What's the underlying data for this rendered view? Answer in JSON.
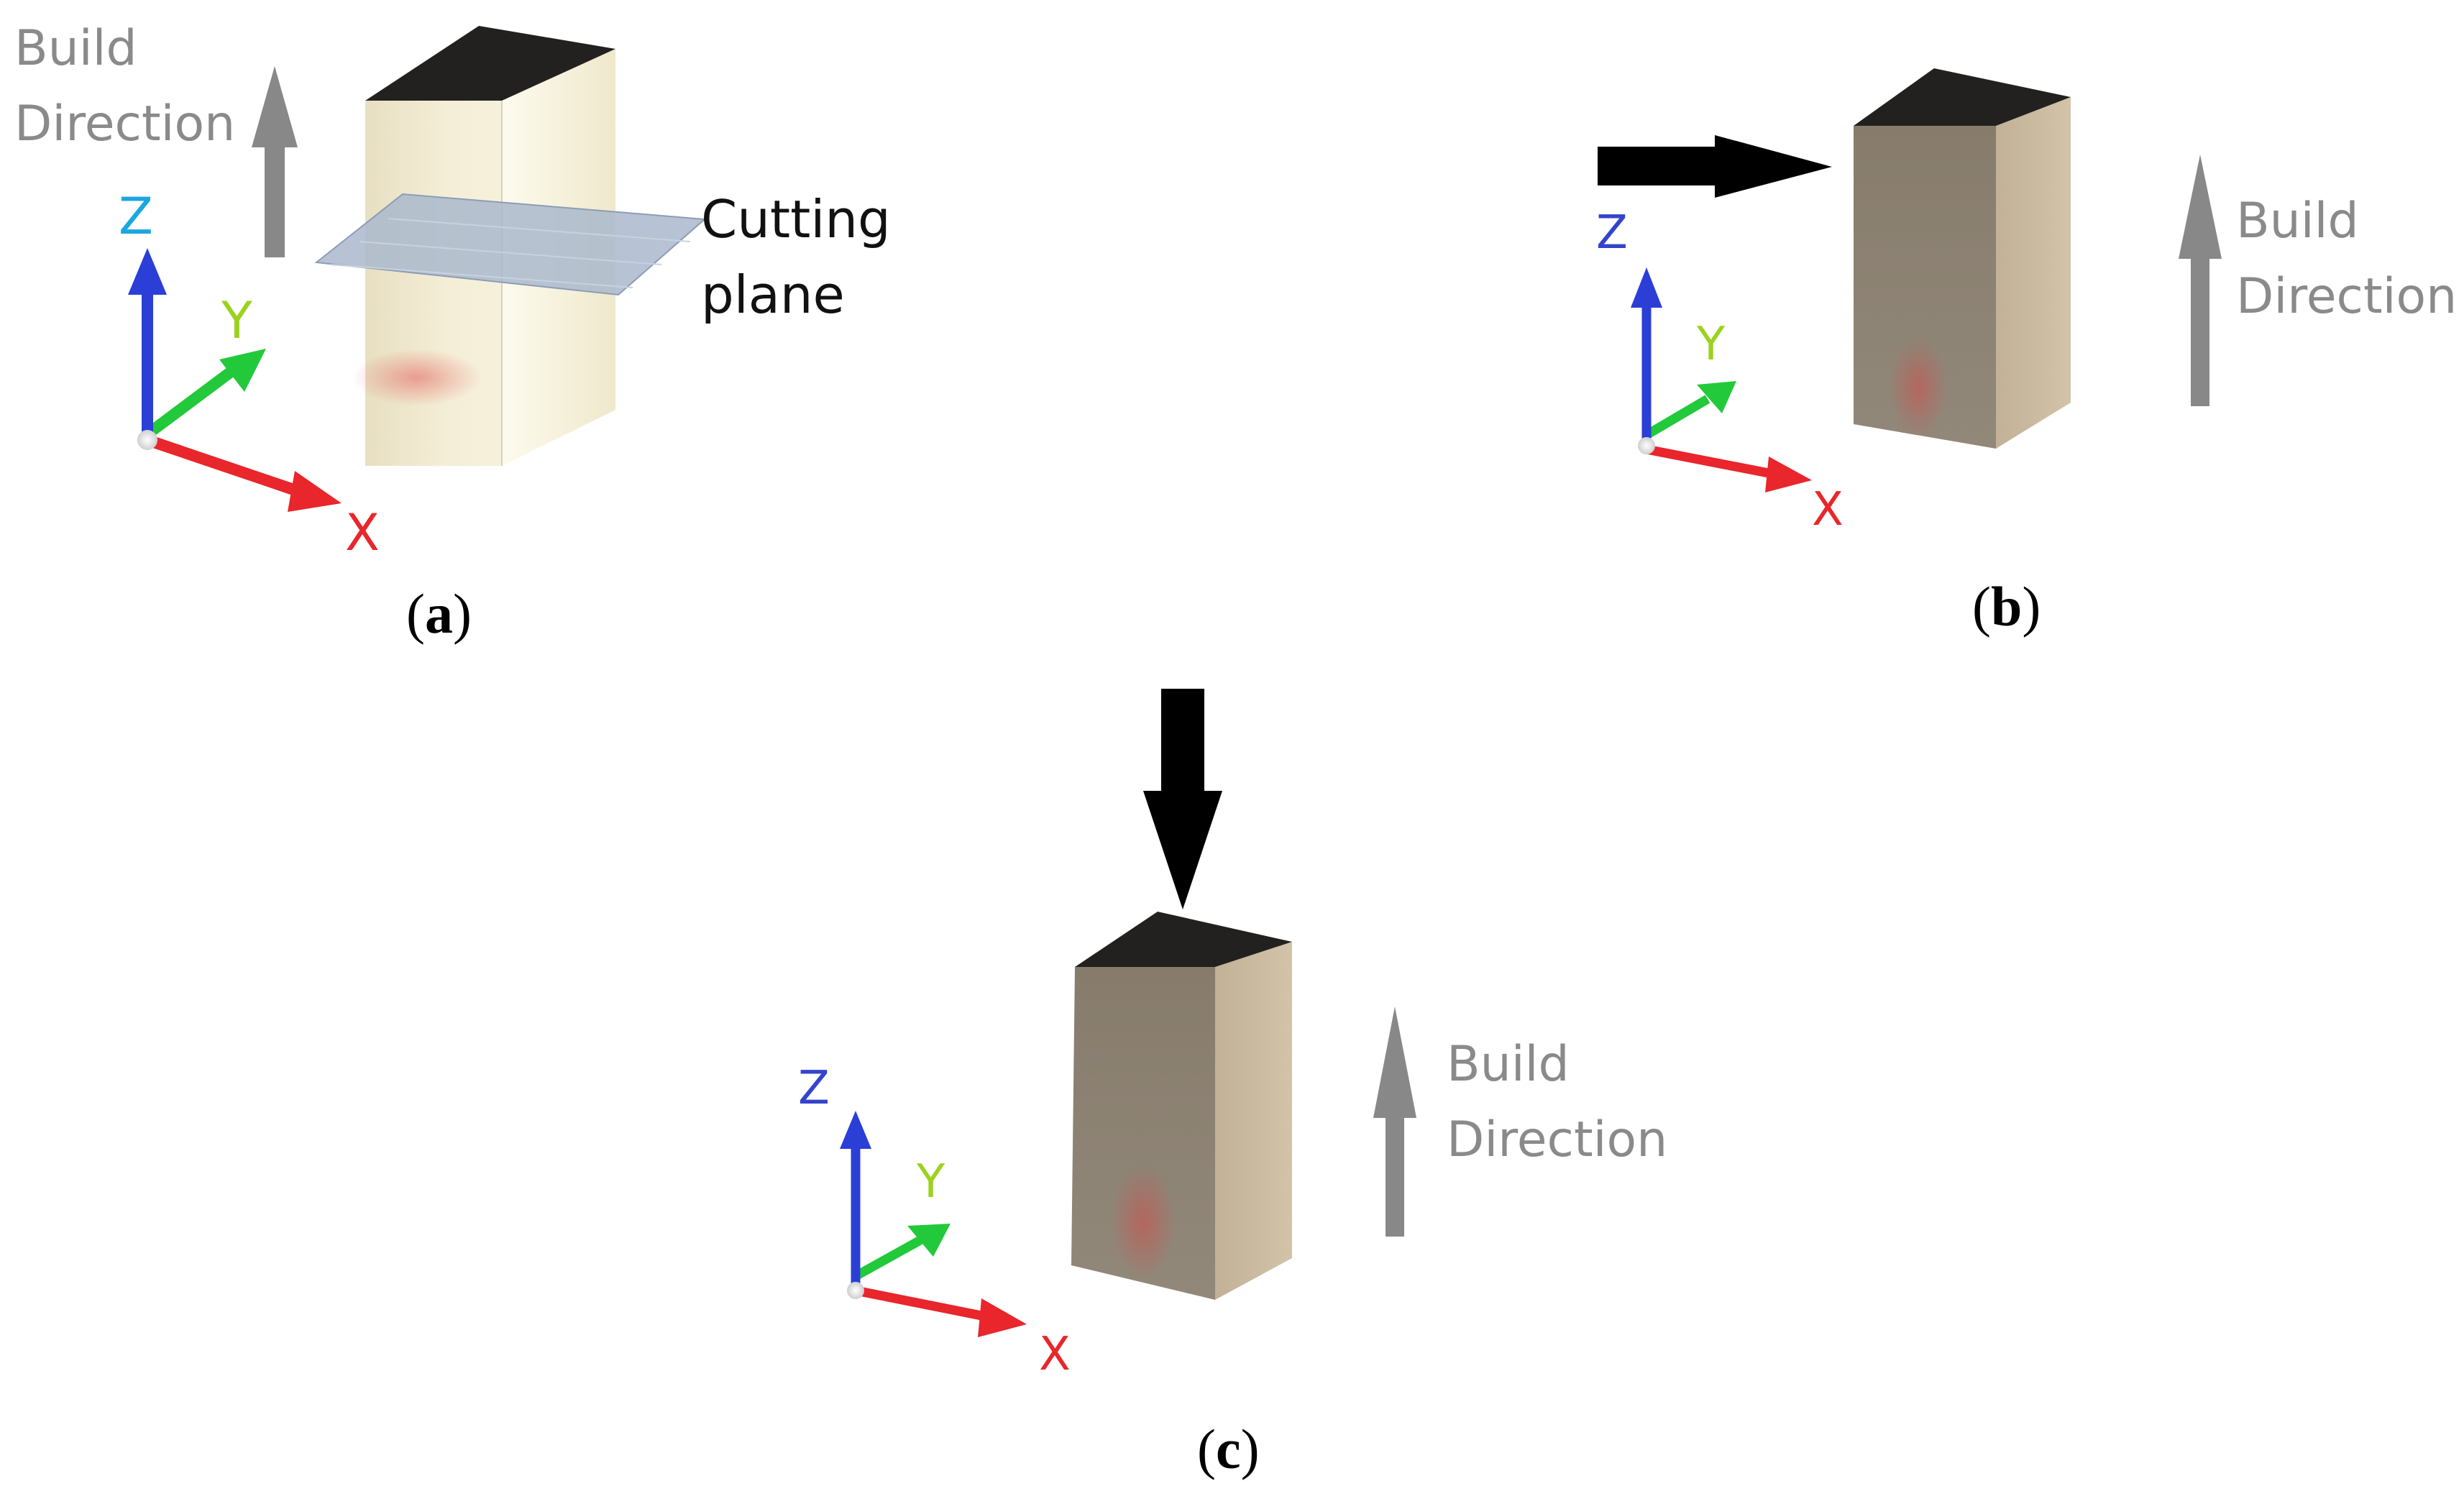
{
  "panels": {
    "a": {
      "caption_letter": "a",
      "build_direction": [
        "Build",
        "Direction"
      ],
      "cutting_plane": [
        "Cutting",
        "plane"
      ],
      "axes": {
        "x": "X",
        "y": "Y",
        "z": "Z"
      }
    },
    "b": {
      "caption_letter": "b",
      "build_direction": [
        "Build",
        "Direction"
      ],
      "axes": {
        "x": "X",
        "y": "Y",
        "z": "Z"
      }
    },
    "c": {
      "caption_letter": "c",
      "build_direction": [
        "Build",
        "Direction"
      ],
      "axes": {
        "x": "X",
        "y": "Y",
        "z": "Z"
      }
    }
  },
  "colors": {
    "axis_x": "#e8262b",
    "axis_y": "#22c93a",
    "axis_z": "#2b3fd6",
    "axis_z_label_a": "#1aa7e0",
    "label_x": "#e8262b",
    "label_y": "#9bd21e",
    "label_z": "#3344cc",
    "build_text": "#8a8a8a",
    "build_arrow": "#888888",
    "load_arrow": "#000000",
    "block_top": "#22211f",
    "block_front_a": "#f0e9cf",
    "block_side_a": "#fbf7e6",
    "block_front": "#8b8070",
    "block_side": "#c9b89c",
    "plane": "#aab8cc"
  }
}
